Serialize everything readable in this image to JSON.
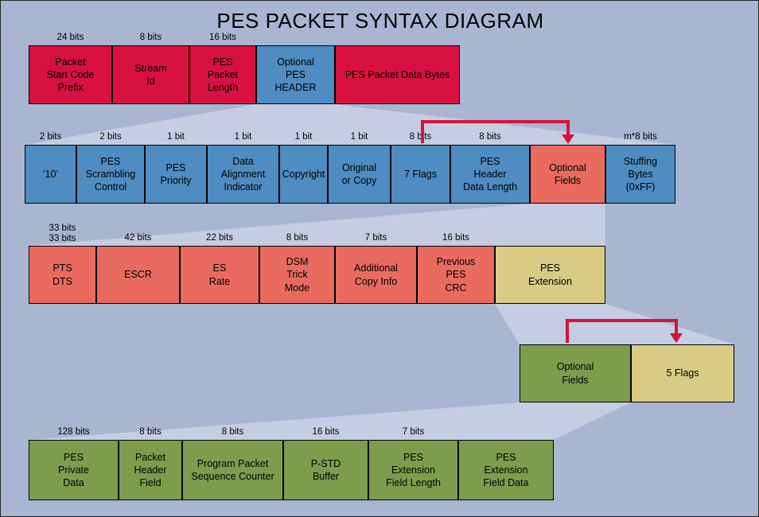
{
  "title": "PES PACKET SYNTAX DIAGRAM",
  "colors": {
    "bg": "#a8b6d1",
    "fan": "#c4cde2",
    "red": "#d81141",
    "blue": "#4e8cc1",
    "salmon": "#e96b60",
    "khaki": "#d8cb84",
    "green": "#7d9d4d",
    "arrow": "#d8113f"
  },
  "row1": {
    "boxes": [
      {
        "bits": "24 bits",
        "text": "Packet\nStart Code\nPrefix",
        "color": "red"
      },
      {
        "bits": "8 bits",
        "text": "Stream\nId",
        "color": "red"
      },
      {
        "bits": "16 bits",
        "text": "PES\nPacket\nLength",
        "color": "red"
      },
      {
        "bits": "",
        "text": "Optional\nPES\nHEADER",
        "color": "blue"
      },
      {
        "bits": "",
        "text": "PES Packet Data Bytes",
        "color": "red"
      }
    ]
  },
  "row2": {
    "boxes": [
      {
        "bits": "2 bits",
        "text": "‘10’",
        "color": "blue"
      },
      {
        "bits": "2 bits",
        "text": "PES\nScrambling\nControl",
        "color": "blue"
      },
      {
        "bits": "1 bit",
        "text": "PES\nPriority",
        "color": "blue"
      },
      {
        "bits": "1 bit",
        "text": "Data\nAlignment\nIndicator",
        "color": "blue"
      },
      {
        "bits": "1 bit",
        "text": "Copyright",
        "color": "blue"
      },
      {
        "bits": "1 bit",
        "text": "Original\nor Copy",
        "color": "blue"
      },
      {
        "bits": "8 bits",
        "text": "7 Flags",
        "color": "blue"
      },
      {
        "bits": "8 bits",
        "text": "PES\nHeader\nData Length",
        "color": "blue"
      },
      {
        "bits": "",
        "text": "Optional\nFields",
        "color": "salmon"
      },
      {
        "bits": "m*8 bits",
        "text": "Stuffing\nBytes\n(0xFF)",
        "color": "blue"
      }
    ]
  },
  "row3": {
    "boxes": [
      {
        "bits": "33 bits\n33 bits",
        "text": "PTS\nDTS",
        "color": "salmon"
      },
      {
        "bits": "42 bits",
        "text": "ESCR",
        "color": "salmon"
      },
      {
        "bits": "22 bits",
        "text": "ES\nRate",
        "color": "salmon"
      },
      {
        "bits": "8 bits",
        "text": "DSM\nTrick\nMode",
        "color": "salmon"
      },
      {
        "bits": "7 bits",
        "text": "Additional\nCopy Info",
        "color": "salmon"
      },
      {
        "bits": "16 bits",
        "text": "Previous\nPES\nCRC",
        "color": "salmon"
      },
      {
        "bits": "",
        "text": "PES\nExtension",
        "color": "khaki"
      }
    ]
  },
  "row4": {
    "boxes": [
      {
        "bits": "",
        "text": "Optional\nFields",
        "color": "green"
      },
      {
        "bits": "",
        "text": "5 Flags",
        "color": "khaki"
      }
    ]
  },
  "row5": {
    "boxes": [
      {
        "bits": "128 bits",
        "text": "PES\nPrivate\nData",
        "color": "green"
      },
      {
        "bits": "8 bits",
        "text": "Packet\nHeader\nField",
        "color": "green"
      },
      {
        "bits": "8 bits",
        "text": "Program Packet\nSequence Counter",
        "color": "green"
      },
      {
        "bits": "16 bits",
        "text": "P-STD\nBuffer",
        "color": "green"
      },
      {
        "bits": "7 bits",
        "text": "PES\nExtension\nField Length",
        "color": "green"
      },
      {
        "bits": "",
        "text": "PES\nExtension\nField Data",
        "color": "green"
      }
    ]
  },
  "arrows": [
    {
      "from": "7 Flags",
      "to": "Optional Fields"
    },
    {
      "from": "Optional Fields",
      "to": "5 Flags"
    }
  ]
}
